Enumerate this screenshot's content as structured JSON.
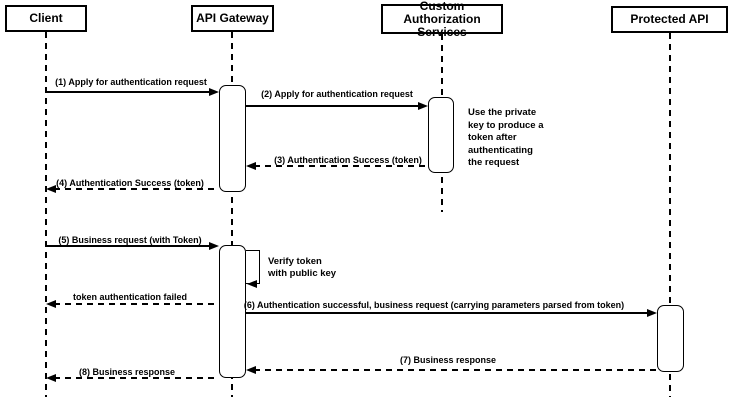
{
  "diagram": {
    "type": "uml-sequence-diagram",
    "colors": {
      "line": "#000000",
      "shape_fill": "#ffffff",
      "background": "#ffffff",
      "text": "#000000"
    },
    "participants": [
      {
        "id": "client",
        "label": "Client"
      },
      {
        "id": "api-gateway",
        "label": "API Gateway"
      },
      {
        "id": "custom-authorization-services",
        "label": "Custom Authorization\nServices"
      },
      {
        "id": "protected-api",
        "label": "Protected API"
      }
    ],
    "messages": [
      {
        "label": "(1) Apply for authentication request",
        "from": "Client",
        "to": "API Gateway",
        "line": "solid"
      },
      {
        "label": "(2) Apply for authentication request",
        "from": "API Gateway",
        "to": "Custom Authorization Services",
        "line": "solid"
      },
      {
        "label": "(3) Authentication Success (token)",
        "from": "Custom Authorization Services",
        "to": "API Gateway",
        "line": "dashed"
      },
      {
        "label": "(4) Authentication Success (token)",
        "from": "API Gateway",
        "to": "Client",
        "line": "dashed"
      },
      {
        "label": "(5) Business request (with Token)",
        "from": "Client",
        "to": "API Gateway",
        "line": "solid"
      },
      {
        "label": "Verify token\nwith public key",
        "from": "API Gateway",
        "to": "API Gateway",
        "line": "solid",
        "type": "self-message"
      },
      {
        "label": "token authentication failed",
        "from": "API Gateway",
        "to": "Client",
        "line": "dashed"
      },
      {
        "label": "(6) Authentication successful, business request (carrying parameters parsed from token)",
        "from": "API Gateway",
        "to": "Protected API",
        "line": "solid"
      },
      {
        "label": "(7) Business response",
        "from": "Protected API",
        "to": "API Gateway",
        "line": "dashed"
      },
      {
        "label": "(8) Business response",
        "from": "API Gateway",
        "to": "Client",
        "line": "dashed"
      }
    ],
    "note": {
      "text": "Use the private\nkey to produce a\ntoken after\nauthenticating\nthe request",
      "attached_to": "Custom Authorization Services"
    }
  }
}
